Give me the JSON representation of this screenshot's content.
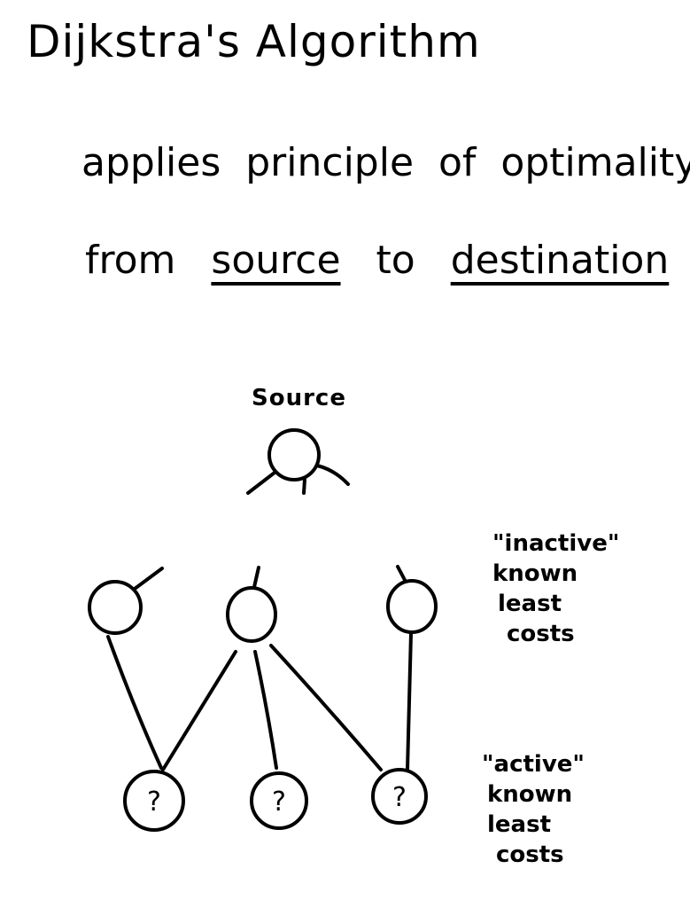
{
  "title": "Dijkstra's Algorithm",
  "line1": "applies principle of optimality",
  "line2": {
    "from": "from",
    "source": "source",
    "to": "to",
    "destination": "destination"
  },
  "diagram": {
    "source_label": "Source",
    "inactive_label": [
      "\"inactive\"",
      "known",
      "least",
      "costs"
    ],
    "active_label": [
      "\"active\"",
      "known",
      "least",
      "costs"
    ],
    "active_node_mark": "?"
  }
}
